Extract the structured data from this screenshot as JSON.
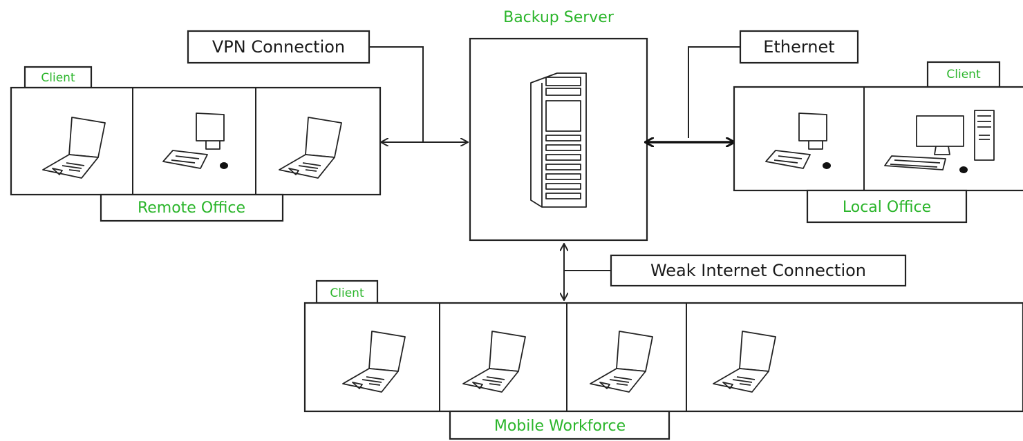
{
  "server": {
    "title": "Backup Server"
  },
  "connections": {
    "vpn": "VPN Connection",
    "ethernet": "Ethernet",
    "weak_internet": "Weak Internet Connection"
  },
  "groups": {
    "remote": {
      "label": "Remote Office",
      "tab": "Client"
    },
    "local": {
      "label": "Local Office",
      "tab": "Client"
    },
    "mobile": {
      "label": "Mobile Workforce",
      "tab": "Client"
    }
  },
  "colors": {
    "accent_green": "#2bb52b",
    "ink": "#222222"
  },
  "icons": {
    "server": "server-rack-icon",
    "laptop": "laptop-icon",
    "desktop": "desktop-computer-icon",
    "tower": "pc-tower-icon"
  }
}
